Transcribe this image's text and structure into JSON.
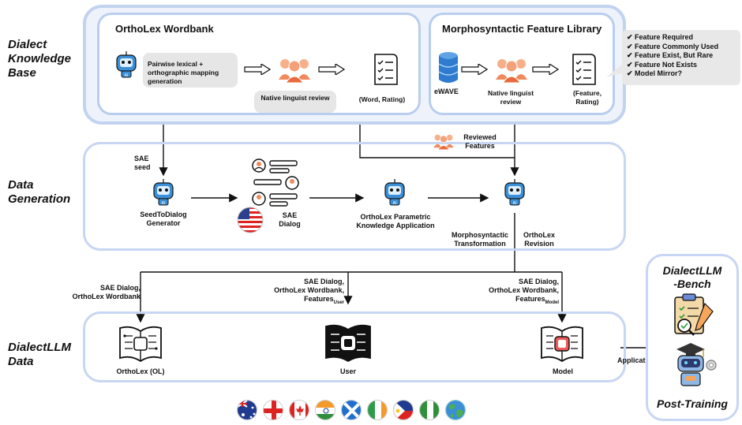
{
  "sections": {
    "knowledge_base": "Dialect Knowledge Base",
    "data_generation": "Data Generation",
    "dialectllm_data": "DialectLLM Data"
  },
  "wordbank": {
    "title": "OrthoLex Wordbank",
    "mapping": "Pairwise lexical + orthographic mapping generation",
    "review": "Native linguist review",
    "output": "(Word, Rating)"
  },
  "feature_library": {
    "title": "Morphosyntactic Feature Library",
    "source": "eWAVE",
    "review": "Native linguist review",
    "output": "(Feature, Rating)"
  },
  "rating_options": [
    "✔ Feature Required",
    "✔ Feature Commonly Used",
    "✔ Feature Exist, But Rare",
    "✔ Feature Not Exists",
    "✔ Model Mirror?"
  ],
  "generation": {
    "sae_seed": "SAE seed",
    "seed_to_dialog": "SeedToDialog Generator",
    "sae_dialog": "SAE Dialog",
    "parametric": "OrthoLex Parametric Knowledge Application",
    "reviewed_features": "Reviewed Features",
    "morpho_transform": "Morphosyntactic Transformation",
    "ortholex_revision": "OrthoLex Revision"
  },
  "inputs": {
    "ol_line1": "SAE Dialog,",
    "ol_line2": "OrthoLex Wordbank",
    "user_line1": "SAE Dialog,",
    "user_line2": "OrthoLex Wordbank,",
    "user_line3": "Features",
    "user_sub": "User",
    "model_line1": "SAE Dialog,",
    "model_line2": "OrthoLex Wordbank,",
    "model_line3": "Features",
    "model_sub": "Model"
  },
  "data_items": {
    "ortholex": "OrthoLex (OL)",
    "user": "User",
    "model": "Model"
  },
  "applications": {
    "label": "Applications",
    "bench_line1": "DialectLLM",
    "bench_line2": "-Bench",
    "post_training": "Post-Training"
  },
  "flags": [
    "Australia",
    "England",
    "Canada",
    "India",
    "Scotland",
    "Ireland",
    "Philippines",
    "Nigeria",
    "Global"
  ],
  "colors": {
    "panel_border": "#c7d6f2",
    "robot_blue": "#3a8fd6",
    "people_orange": "#f08a5d",
    "db_blue": "#2e7bcf"
  }
}
